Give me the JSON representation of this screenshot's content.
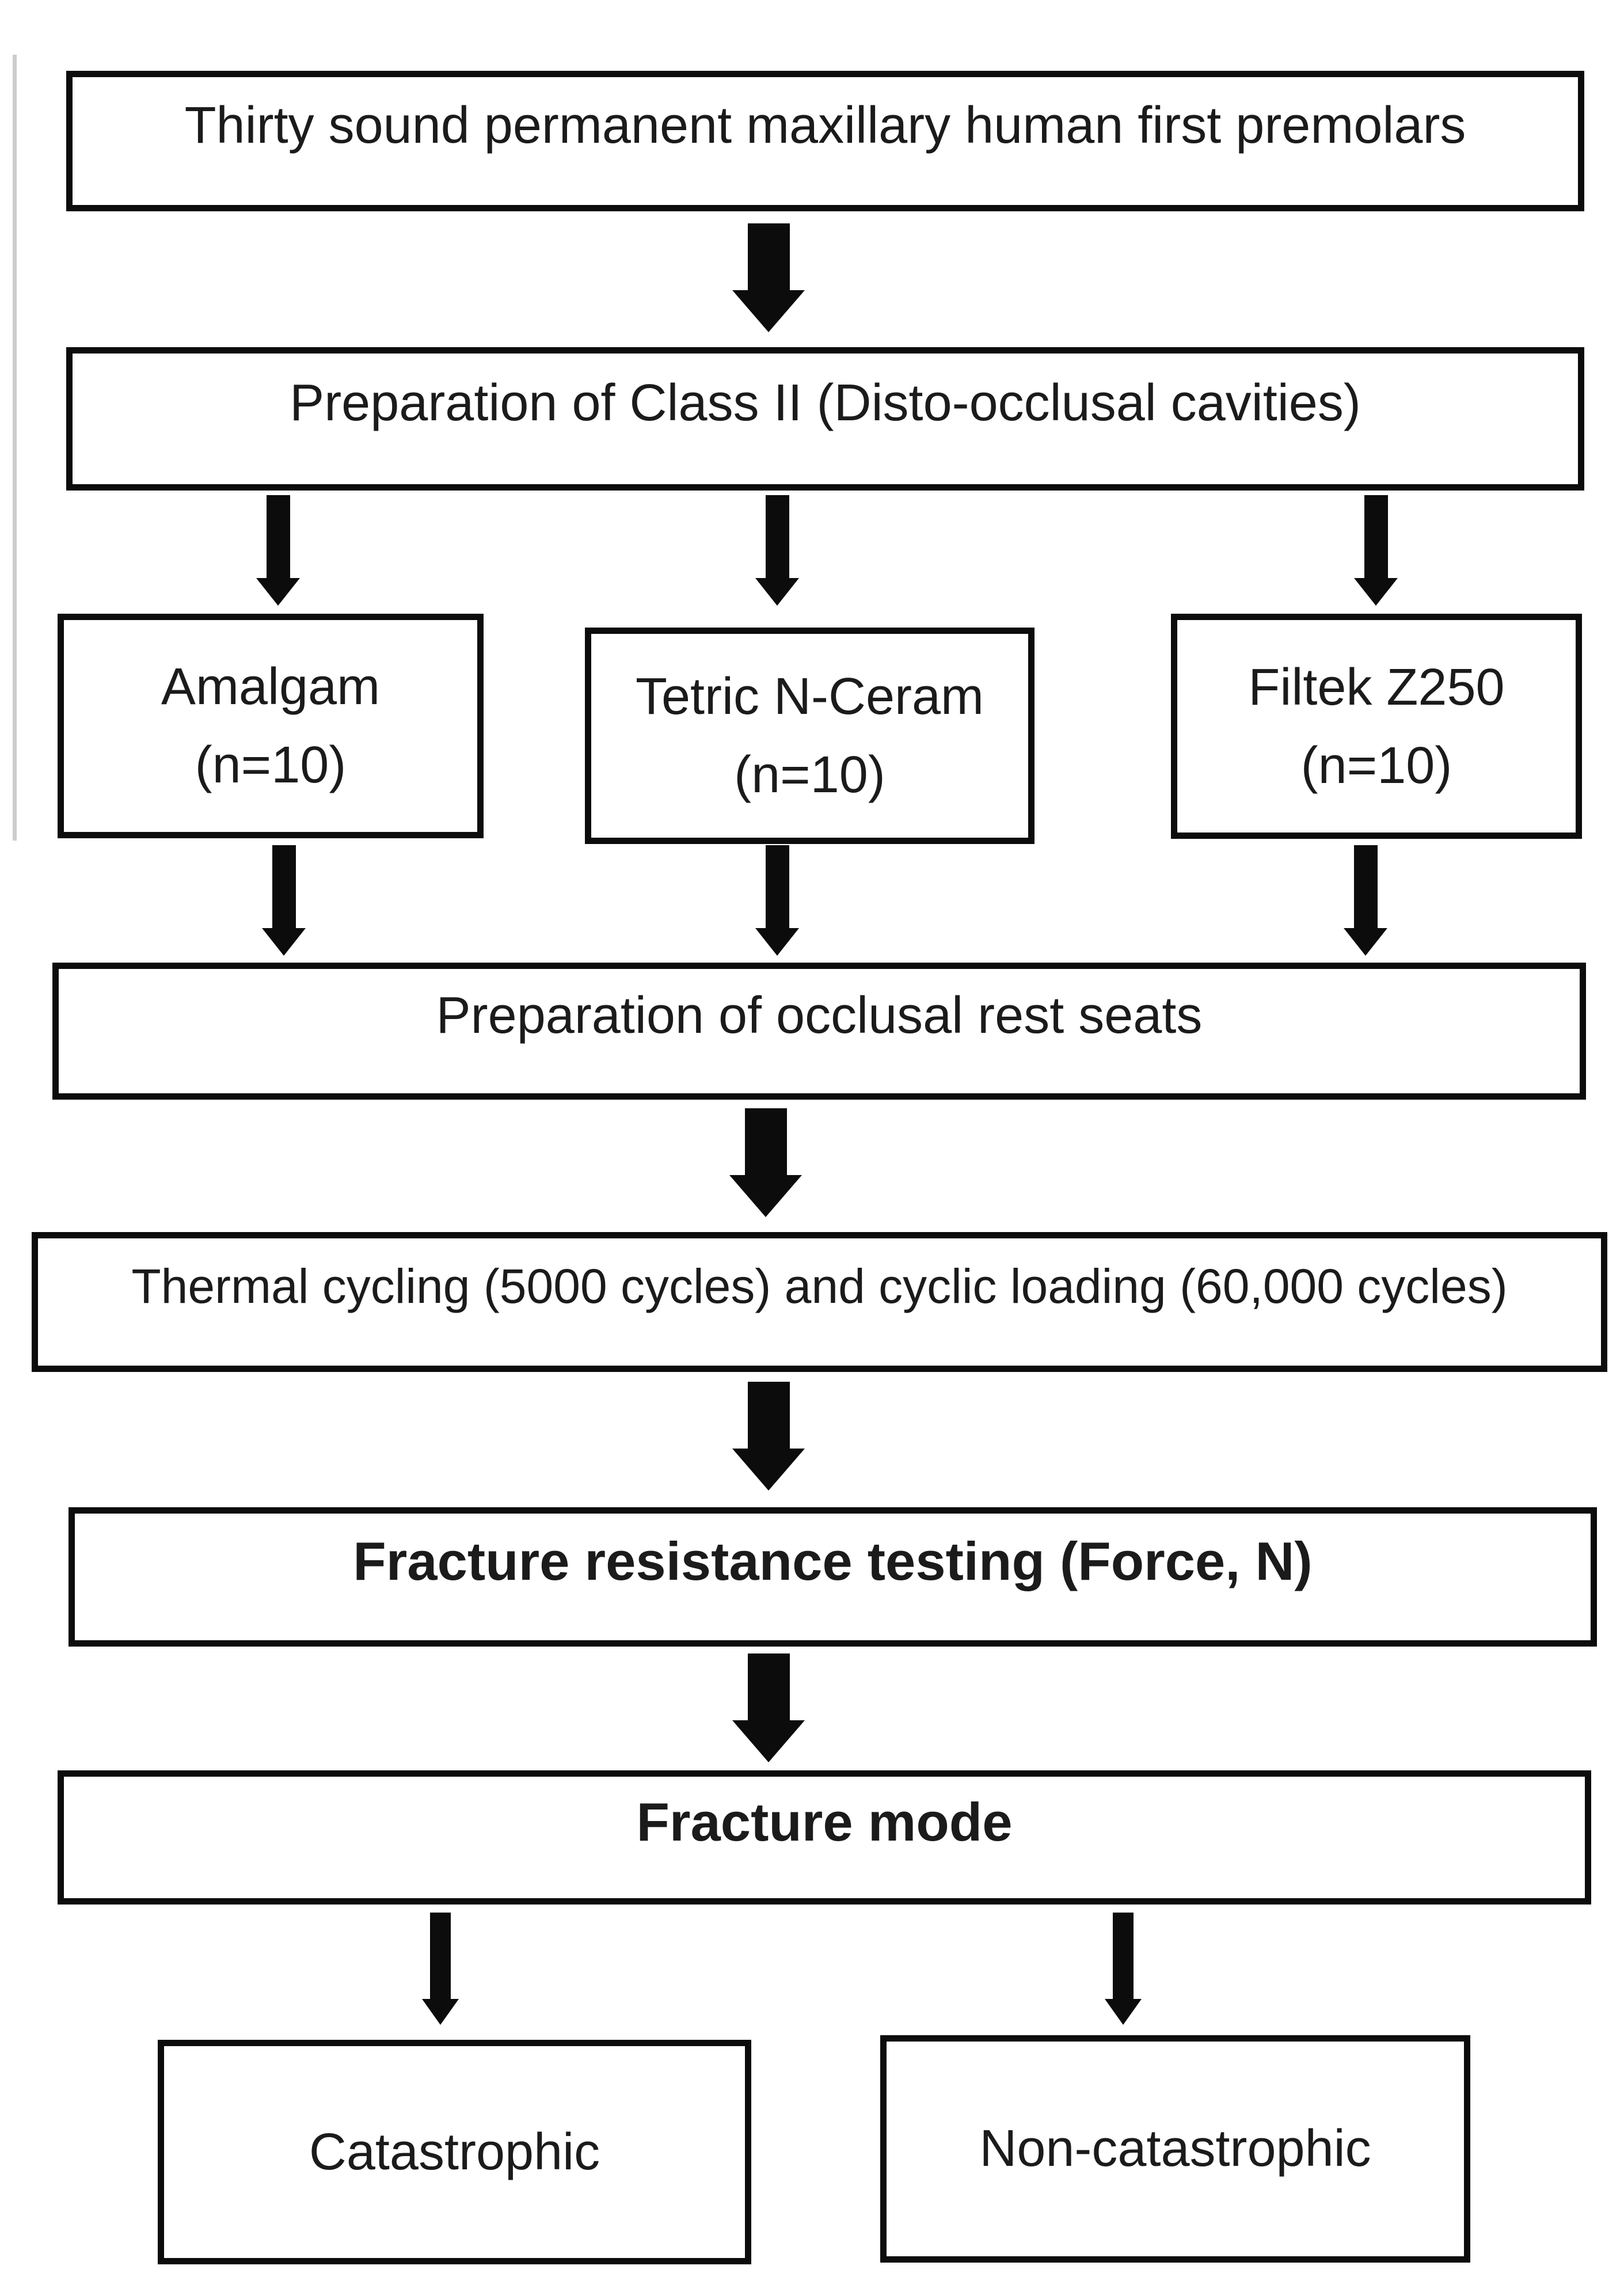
{
  "nodes": {
    "premolars": {
      "text": "Thirty sound permanent maxillary human first premolars"
    },
    "class2": {
      "text": "Preparation of Class II (Disto-occlusal cavities)"
    },
    "amalgam": {
      "name": "Amalgam",
      "count": "(n=10)"
    },
    "tetric": {
      "name": "Tetric N-Ceram",
      "count": "(n=10)"
    },
    "filtek": {
      "name": "Filtek Z250",
      "count": "(n=10)"
    },
    "rest_seats": {
      "text": "Preparation of occlusal rest seats"
    },
    "thermal": {
      "text": "Thermal cycling (5000 cycles) and cyclic loading (60,000 cycles)"
    },
    "testing": {
      "text": "Fracture resistance testing (Force, N)"
    },
    "mode": {
      "text": "Fracture mode"
    },
    "catastrophic": {
      "text": "Catastrophic"
    },
    "non_catastrophic": {
      "text": "Non-catastrophic"
    }
  },
  "edges": [
    {
      "from": "premolars",
      "to": "class2"
    },
    {
      "from": "class2",
      "to": "amalgam"
    },
    {
      "from": "class2",
      "to": "tetric"
    },
    {
      "from": "class2",
      "to": "filtek"
    },
    {
      "from": "amalgam",
      "to": "rest_seats"
    },
    {
      "from": "tetric",
      "to": "rest_seats"
    },
    {
      "from": "filtek",
      "to": "rest_seats"
    },
    {
      "from": "rest_seats",
      "to": "thermal"
    },
    {
      "from": "thermal",
      "to": "testing"
    },
    {
      "from": "testing",
      "to": "mode"
    },
    {
      "from": "mode",
      "to": "catastrophic"
    },
    {
      "from": "mode",
      "to": "non_catastrophic"
    }
  ],
  "colors": {
    "ink": "#0c0c0c",
    "text": "#1b1b1b",
    "background": "#ffffff",
    "artifact": "#cccccc"
  }
}
